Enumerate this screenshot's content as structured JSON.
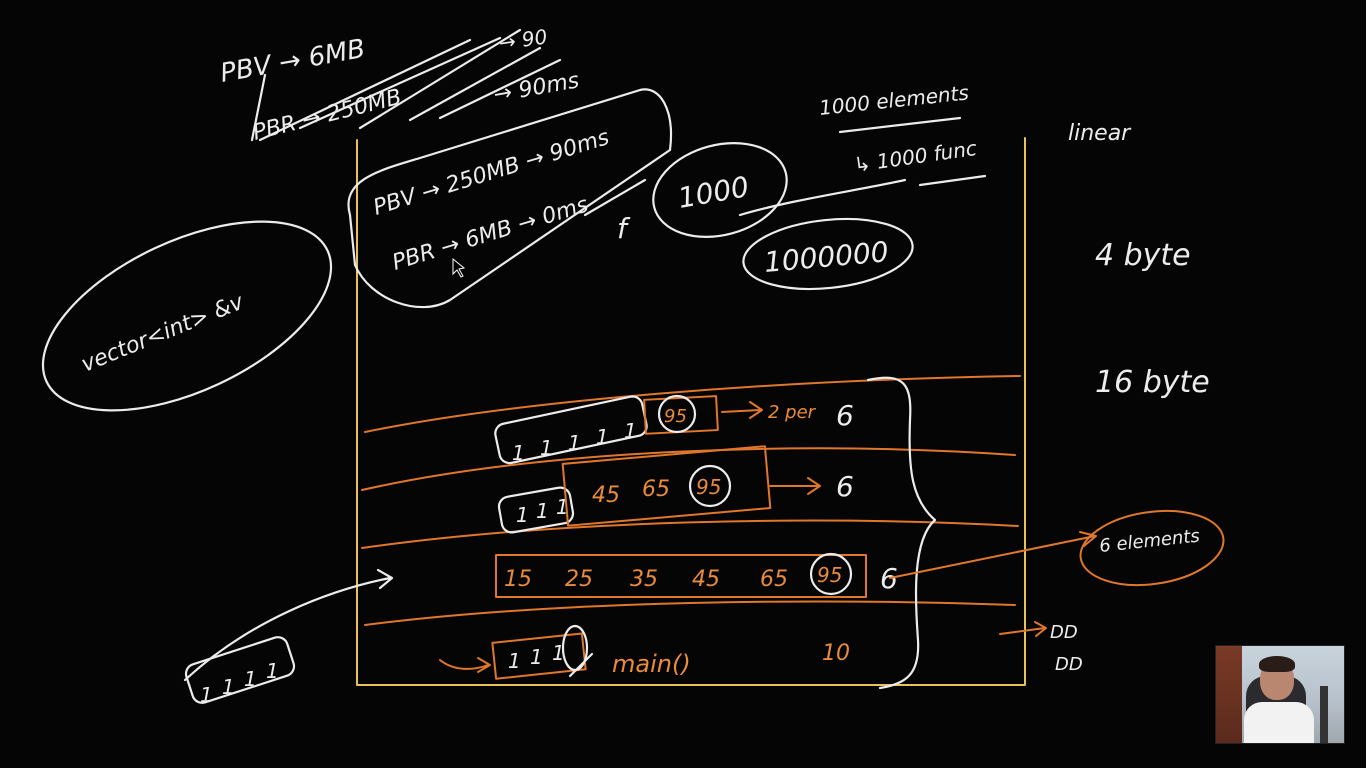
{
  "whiteboard": {
    "notes": {
      "pbv_6mb": "PBV → 6MB",
      "pbr_250mb": "PBR → 250MB",
      "struck_90": "→ 90",
      "struck_90ms": "→ 90ms",
      "pbv_250mb_90ms": "PBV → 250MB → 90ms",
      "pbr_6mb_0ms": "PBR → 6MB → 0ms",
      "vector_label": "vector<int> &v",
      "thousand_circled": "1000",
      "for_loop_mark": "f",
      "million_circled": "1000000",
      "thousand_elements": "1000 elements",
      "thousand_func": "↳ 1000 func",
      "linear": "linear",
      "four_byte": "4 byte",
      "sixteen_byte": "16 byte"
    },
    "stack": {
      "frame_top_ones": [
        "1",
        "1",
        "1",
        "1",
        "1"
      ],
      "frame_top_circled": "95",
      "frame_top_arrow_label": "2 per",
      "frame_top_count": "6",
      "frame_2_ones": [
        "1",
        "1",
        "1"
      ],
      "frame_2_values": [
        "45",
        "65"
      ],
      "frame_2_circled": "95",
      "frame_2_count": "6",
      "frame_3_values": [
        "15",
        "25",
        "35",
        "45",
        "65"
      ],
      "frame_3_circled": "95",
      "frame_3_count": "6",
      "elements_label": "6 elements",
      "main_ones": [
        "1",
        "1",
        "1"
      ],
      "main_label": "main()",
      "main_count": "10",
      "dd_top": "DD",
      "dd_bottom": "DD",
      "outside_ones": [
        "1",
        "1",
        "1",
        "1"
      ]
    },
    "colors": {
      "background": "#050505",
      "chalk_white": "#ececec",
      "chalk_orange": "#e0772a",
      "stack_border": "#e8c25a"
    }
  },
  "webcam": {
    "icon": "presenter-webcam-icon"
  }
}
